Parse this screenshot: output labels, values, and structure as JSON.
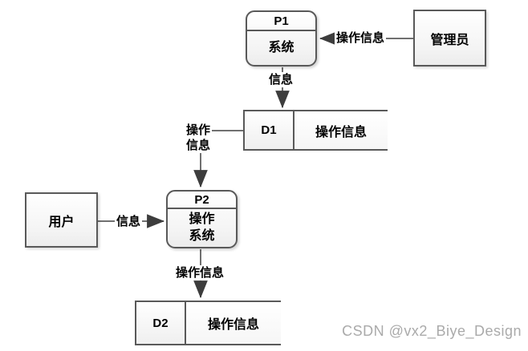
{
  "diagram": {
    "processes": {
      "p1": {
        "id": "P1",
        "name": "系统"
      },
      "p2": {
        "id": "P2",
        "name": "操作\n系统"
      }
    },
    "entities": {
      "admin": {
        "name": "管理员"
      },
      "user": {
        "name": "用户"
      }
    },
    "stores": {
      "d1": {
        "id": "D1",
        "name": "操作信息"
      },
      "d2": {
        "id": "D2",
        "name": "操作信息"
      }
    },
    "flows": {
      "admin_to_p1": {
        "label": "操作信息"
      },
      "p1_to_d1": {
        "label": "信息"
      },
      "d1_to_p2": {
        "label": "操作\n信息"
      },
      "user_to_p2": {
        "label": "信息"
      },
      "p2_to_d2": {
        "label": "操作信息"
      }
    },
    "colors": {
      "box_border": "#595959",
      "connector_line": "#707070",
      "arrowhead": "#3d3d3d",
      "text": "#000000",
      "watermark": "#aaaaaa"
    }
  },
  "watermark": {
    "text": "CSDN @vx2_Biye_Design"
  }
}
